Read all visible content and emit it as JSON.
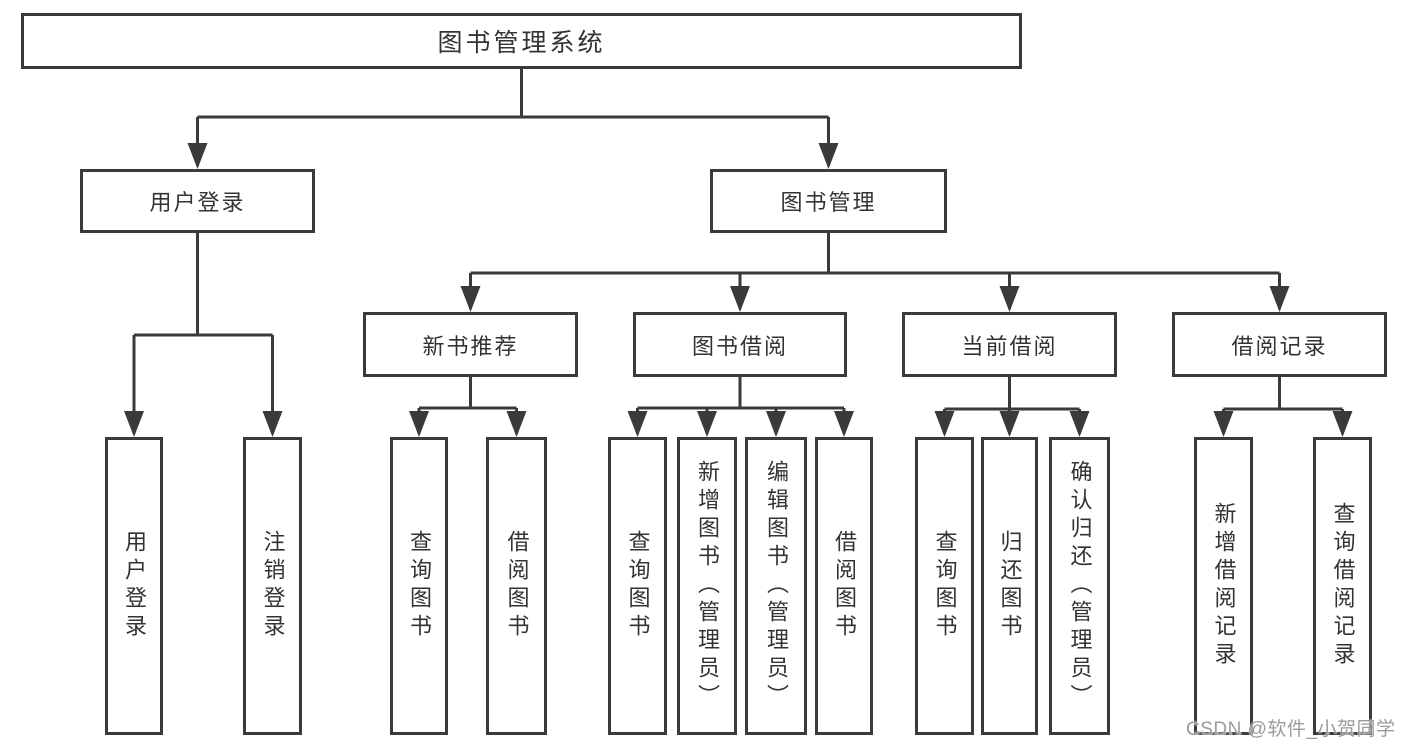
{
  "title": {
    "label": "图书管理系统"
  },
  "branches": [
    {
      "label": "用户登录",
      "children": [
        "用户登录",
        "注销登录"
      ]
    },
    {
      "label": "图书管理",
      "subbranches": [
        {
          "label": "新书推荐",
          "children": [
            "查询图书",
            "借阅图书"
          ]
        },
        {
          "label": "图书借阅",
          "children": [
            "查询图书",
            "新增图书（管理员）",
            "编辑图书（管理员）",
            "借阅图书"
          ]
        },
        {
          "label": "当前借阅",
          "children": [
            "查询图书",
            "归还图书",
            "确认归还（管理员）"
          ]
        },
        {
          "label": "借阅记录",
          "children": [
            "新增借阅记录",
            "查询借阅记录"
          ]
        }
      ]
    }
  ],
  "watermark": {
    "text": "CSDN @软件_小贺同学"
  },
  "colors": {
    "line": "#3a3a3a",
    "text": "#333333",
    "watermark": "#9b9b9b",
    "background": "#ffffff"
  }
}
